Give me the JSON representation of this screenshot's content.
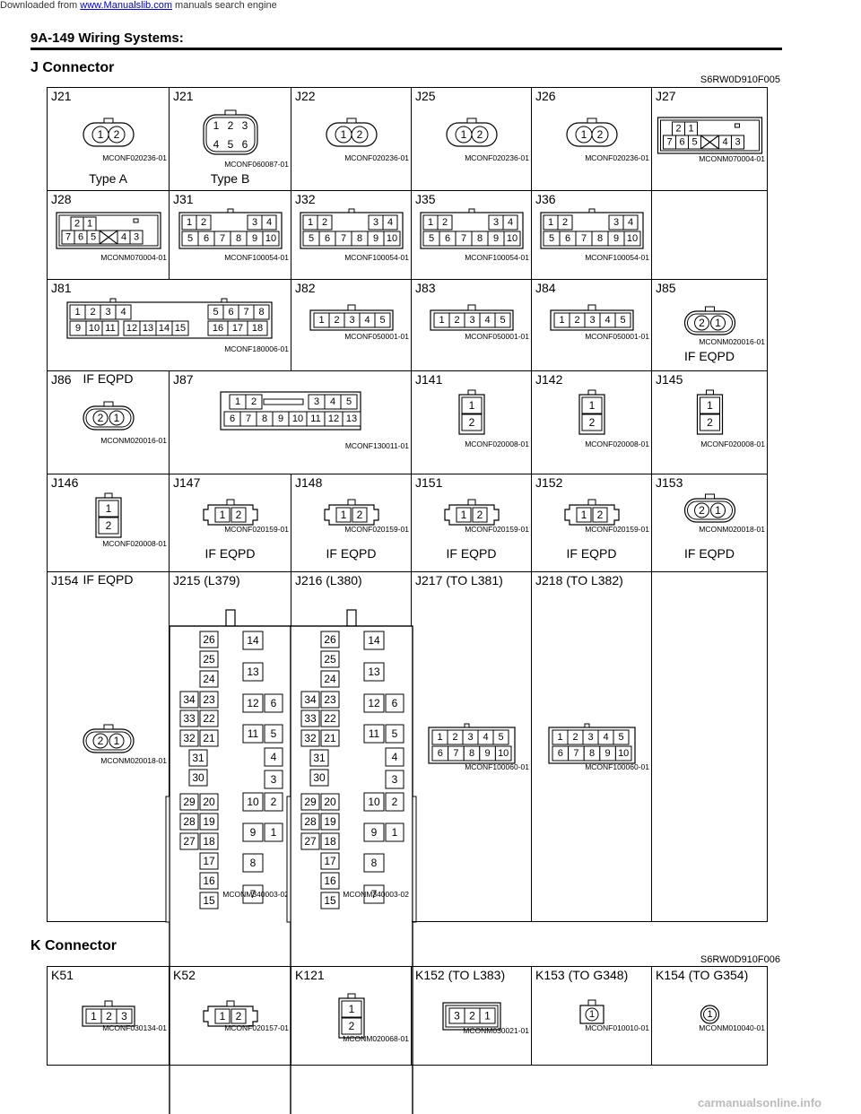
{
  "download_bar": {
    "prefix": "Downloaded from ",
    "link": "www.Manualslib.com",
    "suffix": " manuals search engine"
  },
  "page_header": "9A-149   Wiring Systems:",
  "sections": {
    "j": {
      "title": "J Connector",
      "code": "S6RW0D910F005"
    },
    "k": {
      "title": "K Connector",
      "code": "S6RW0D910F006"
    }
  },
  "watermark": "carmanualsonline.info",
  "j_cells": [
    {
      "label": "J21",
      "code": "MCONF020236-01",
      "sub": "Type A"
    },
    {
      "label": "J21",
      "code": "MCONF060087-01",
      "sub": "Type B"
    },
    {
      "label": "J22",
      "code": "MCONF020236-01",
      "sub": ""
    },
    {
      "label": "J25",
      "code": "MCONF020236-01",
      "sub": ""
    },
    {
      "label": "J26",
      "code": "MCONF020236-01",
      "sub": ""
    },
    {
      "label": "J27",
      "code": "MCONM070004-01",
      "sub": ""
    },
    {
      "label": "J28",
      "code": "MCONM070004-01",
      "sub": ""
    },
    {
      "label": "J31",
      "code": "MCONF100054-01",
      "sub": ""
    },
    {
      "label": "J32",
      "code": "MCONF100054-01",
      "sub": ""
    },
    {
      "label": "J35",
      "code": "MCONF100054-01",
      "sub": ""
    },
    {
      "label": "J36",
      "code": "MCONF100054-01",
      "sub": ""
    },
    {
      "label": "",
      "code": "",
      "sub": ""
    },
    {
      "label": "J81",
      "code": "MCONF180006-01",
      "sub": ""
    },
    {
      "label": "J82",
      "code": "MCONF050001-01",
      "sub": ""
    },
    {
      "label": "J83",
      "code": "MCONF050001-01",
      "sub": ""
    },
    {
      "label": "J84",
      "code": "MCONF050001-01",
      "sub": ""
    },
    {
      "label": "J85",
      "code": "MCONM020016-01",
      "sub": "IF EQPD"
    },
    {
      "label": "J86",
      "code": "MCONM020016-01",
      "sub": "IF EQPD"
    },
    {
      "label": "J87",
      "code": "MCONF130011-01",
      "sub": ""
    },
    {
      "label": "J141",
      "code": "MCONF020008-01",
      "sub": ""
    },
    {
      "label": "J142",
      "code": "MCONF020008-01",
      "sub": ""
    },
    {
      "label": "J145",
      "code": "MCONF020008-01",
      "sub": ""
    },
    {
      "label": "J146",
      "code": "MCONF020008-01",
      "sub": ""
    },
    {
      "label": "J147",
      "code": "MCONF020159-01",
      "sub": "IF EQPD"
    },
    {
      "label": "J148",
      "code": "MCONF020159-01",
      "sub": "IF EQPD"
    },
    {
      "label": "J151",
      "code": "MCONF020159-01",
      "sub": "IF EQPD"
    },
    {
      "label": "J152",
      "code": "MCONF020159-01",
      "sub": "IF EQPD"
    },
    {
      "label": "J153",
      "code": "MCONM020018-01",
      "sub": "IF EQPD"
    },
    {
      "label": "J154",
      "code": "MCONM020018-01",
      "sub": "IF EQPD"
    },
    {
      "label": "J215 (L379)",
      "code": "MCONM340003-02",
      "sub": ""
    },
    {
      "label": "J216 (L380)",
      "code": "MCONM340003-02",
      "sub": ""
    },
    {
      "label": "J217 (TO L381)",
      "code": "MCONF100060-01",
      "sub": ""
    },
    {
      "label": "J218 (TO L382)",
      "code": "MCONF100060-01",
      "sub": ""
    },
    {
      "label": "",
      "code": "",
      "sub": ""
    }
  ],
  "k_cells": [
    {
      "label": "K51",
      "code": "MCONF030134-01",
      "sub": ""
    },
    {
      "label": "K52",
      "code": "MCONF020157-01",
      "sub": ""
    },
    {
      "label": "K121",
      "code": "MCONM020068-01",
      "sub": ""
    },
    {
      "label": "K152 (TO L383)",
      "code": "MCONM030021-01",
      "sub": ""
    },
    {
      "label": "K153 (TO G348)",
      "code": "MCONF010010-01",
      "sub": ""
    },
    {
      "label": "K154 (TO G354)",
      "code": "MCONM010040-01",
      "sub": ""
    }
  ],
  "pins": {
    "f2": [
      "1",
      "2"
    ],
    "m2": [
      "2",
      "1"
    ],
    "b6": [
      "1",
      "2",
      "3",
      "4",
      "5",
      "6"
    ],
    "m7": [
      "2",
      "1",
      "7",
      "6",
      "5",
      "4",
      "3"
    ],
    "f10": [
      "1",
      "2",
      "3",
      "4",
      "5",
      "6",
      "7",
      "8",
      "9",
      "10"
    ],
    "f18": [
      "1",
      "2",
      "3",
      "4",
      "5",
      "6",
      "7",
      "8",
      "9",
      "10",
      "11",
      "12",
      "13",
      "14",
      "15",
      "16",
      "17",
      "18"
    ],
    "f5": [
      "1",
      "2",
      "3",
      "4",
      "5"
    ],
    "f13": [
      "1",
      "2",
      "3",
      "4",
      "5",
      "6",
      "7",
      "8",
      "9",
      "10",
      "11",
      "12",
      "13"
    ],
    "v2": [
      "1",
      "2"
    ],
    "c34": [
      "1",
      "2",
      "3",
      "4",
      "5",
      "6",
      "7",
      "8",
      "9",
      "10",
      "11",
      "12",
      "13",
      "14",
      "15",
      "16",
      "17",
      "18",
      "19",
      "20",
      "21",
      "22",
      "23",
      "24",
      "25",
      "26",
      "27",
      "28",
      "29",
      "30",
      "31",
      "32",
      "33",
      "34"
    ],
    "k3": [
      "1",
      "2",
      "3"
    ],
    "k321": [
      "3",
      "2",
      "1"
    ],
    "k1": [
      "1"
    ]
  }
}
